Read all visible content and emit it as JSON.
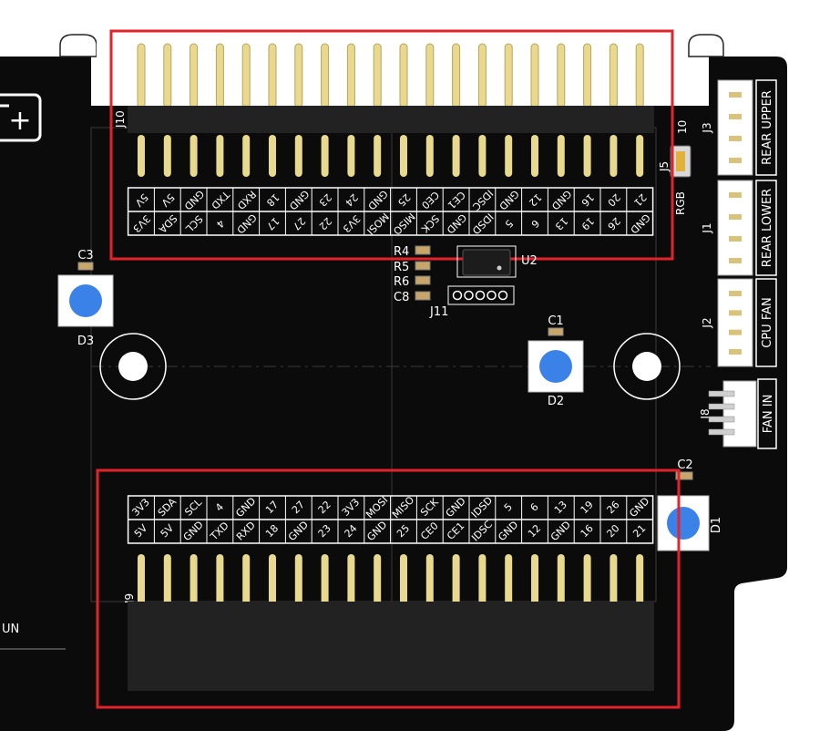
{
  "board": {
    "colors": {
      "pcb": "#0b0b0b",
      "silkscreen": "#ffffff",
      "pin_gold": "#e9d98e",
      "led_blue": "#3b82e8",
      "highlight_red": "#e3232b",
      "header_plastic": "#222222"
    },
    "logo_text": "+",
    "edge_text": "UN"
  },
  "connectors": {
    "j10_label": "J10",
    "j9_label": "J9",
    "j5_label": "J5",
    "j5_pin": "10",
    "rgb_label": "RGB",
    "j3_label": "J3",
    "j1_label": "J1",
    "j2_label": "J2",
    "j8_label": "J8",
    "j11_label": "J11",
    "u2_label": "U2",
    "rear_upper": "REAR UPPER",
    "rear_lower": "REAR LOWER",
    "cpu_fan": "CPU FAN",
    "fan_in": "FAN IN"
  },
  "parts": {
    "c1": "C1",
    "c2": "C2",
    "c3": "C3",
    "d1": "D1",
    "d2": "D2",
    "d3": "D3",
    "r4": "R4",
    "r5": "R5",
    "r6": "R6",
    "c8": "C8"
  },
  "gpio_top": {
    "row_top": [
      "5V",
      "5V",
      "GND",
      "TXD",
      "RXD",
      "18",
      "GND",
      "23",
      "24",
      "GND",
      "25",
      "CE0",
      "CE1",
      "IDSC",
      "GND",
      "12",
      "GND",
      "16",
      "20",
      "21"
    ],
    "row_bottom": [
      "3V3",
      "SDA",
      "SCL",
      "4",
      "GND",
      "17",
      "27",
      "22",
      "3V3",
      "MOSI",
      "MISO",
      "SCK",
      "GND",
      "IDSD",
      "5",
      "6",
      "13",
      "19",
      "26",
      "GND"
    ]
  },
  "gpio_bottom": {
    "row_top": [
      "3V3",
      "SDA",
      "SCL",
      "4",
      "GND",
      "17",
      "27",
      "22",
      "3V3",
      "MOSI",
      "MISO",
      "SCK",
      "GND",
      "IDSD",
      "5",
      "6",
      "13",
      "19",
      "26",
      "GND"
    ],
    "row_bottom": [
      "5V",
      "5V",
      "GND",
      "TXD",
      "RXD",
      "18",
      "GND",
      "23",
      "24",
      "GND",
      "25",
      "CE0",
      "CE1",
      "IDSC",
      "GND",
      "12",
      "GND",
      "16",
      "20",
      "21"
    ]
  }
}
